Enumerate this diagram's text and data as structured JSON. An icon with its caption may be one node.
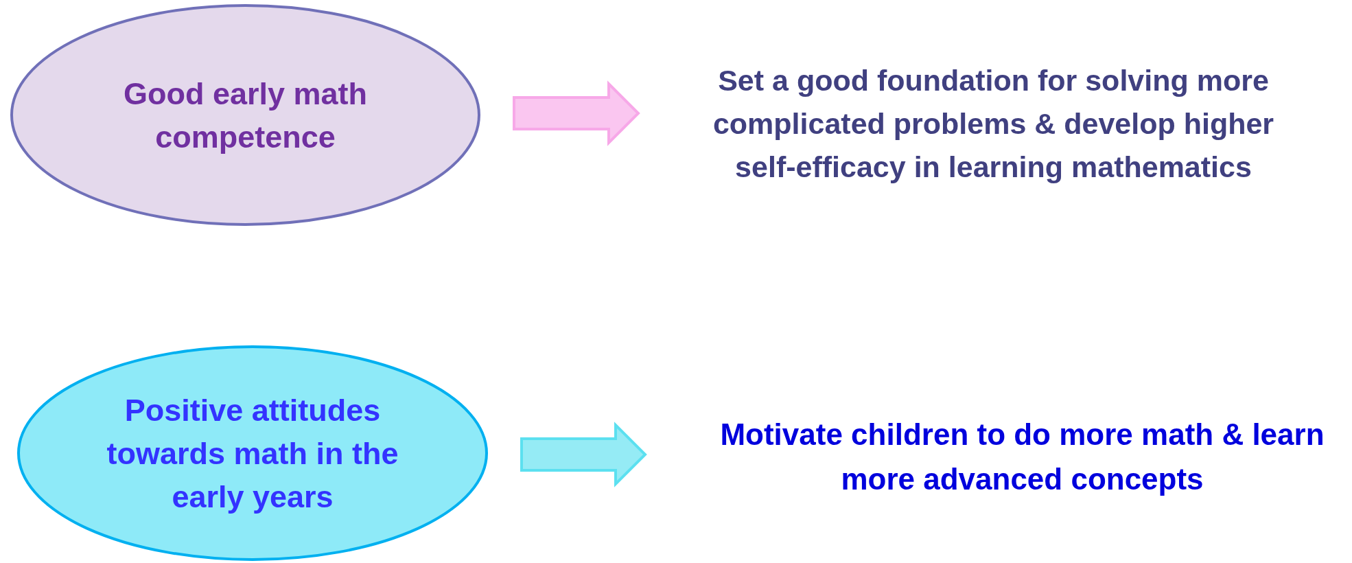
{
  "diagram": {
    "nodes": [
      {
        "text": [
          "Good early math competence"
        ]
      },
      {
        "text": [
          "Set a good foundation for solving more complicated problems & develop higher self-efficacy in learning mathematics"
        ]
      },
      {
        "text": [
          "Positive attitudes towards math in the early years"
        ]
      },
      {
        "text": [
          "Motivate children to do more math & learn more advanced concepts"
        ]
      }
    ],
    "edges": [
      {
        "from": 0,
        "to": 1,
        "arrow": "to",
        "color": "#f7a8e8"
      },
      {
        "from": 2,
        "to": 3,
        "arrow": "to",
        "color": "#5ce0f0"
      }
    ]
  }
}
